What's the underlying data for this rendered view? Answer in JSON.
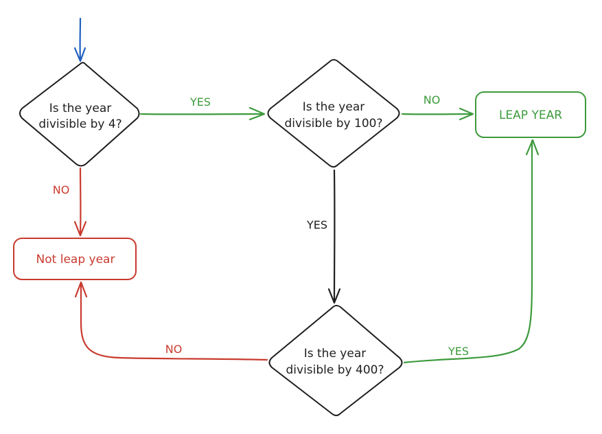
{
  "colors": {
    "black": "#1e1e1e",
    "green": "#3c9a3c",
    "red": "#c93a2e",
    "blue": "#1f5fbf"
  },
  "nodes": {
    "d4": {
      "line1": "Is the year",
      "line2": "divisible by 4?"
    },
    "d100": {
      "line1": "Is the year",
      "line2": "divisible by 100?"
    },
    "d400": {
      "line1": "Is the year",
      "line2": "divisible by 400?"
    },
    "leap": {
      "label": "LEAP YEAR"
    },
    "notleap": {
      "label": "Not leap year"
    }
  },
  "edges": {
    "d4_to_d100": "YES",
    "d4_to_notleap": "NO",
    "d100_to_leap": "NO",
    "d100_to_d400": "YES",
    "d400_to_leap": "YES",
    "d400_to_notleap": "NO"
  }
}
